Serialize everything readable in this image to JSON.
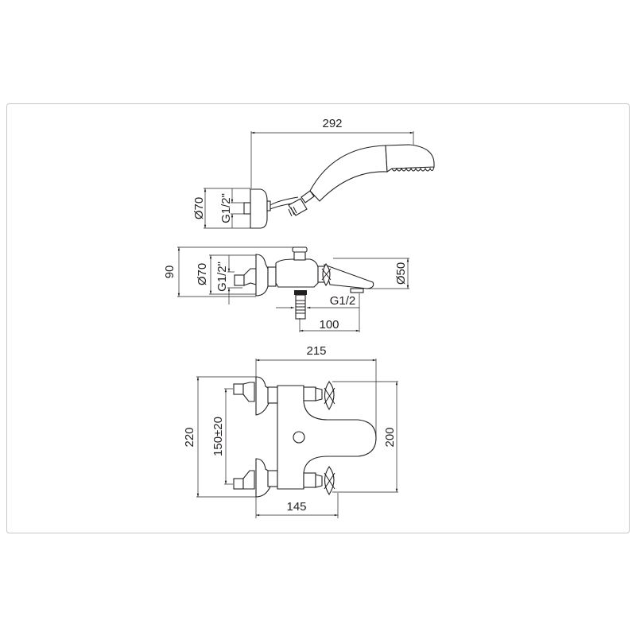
{
  "drawing": {
    "colors": {
      "line": "#231f20",
      "frame": "#c8c8c8"
    },
    "hand_shower_view": {
      "overall_length": "292",
      "flange_diameter": "Ø70",
      "connection_thread": "G1/2\""
    },
    "side_view": {
      "height": "90",
      "flange_diameter": "Ø70",
      "connection_thread": "G1/2\"",
      "spout_diameter": "Ø50",
      "outlet_thread": "G1/2",
      "outlet_offset": "100"
    },
    "top_view": {
      "overall_depth": "215",
      "overall_width": "220",
      "centre_distance": "150±20",
      "handle_span": "200",
      "body_depth": "145"
    }
  }
}
